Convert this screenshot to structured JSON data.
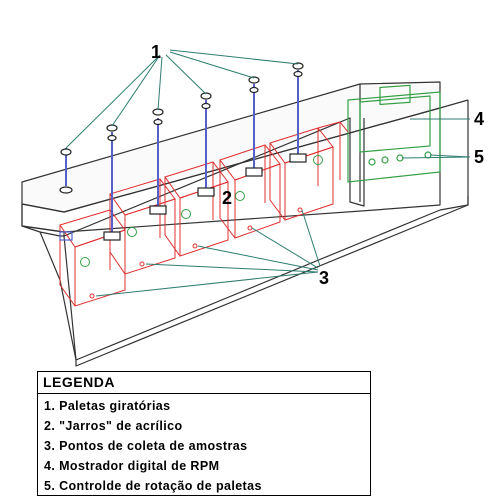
{
  "callouts": {
    "paletas": "1",
    "jarros": "2",
    "pontos": "3",
    "mostrador": "4",
    "controle": "5"
  },
  "legend": {
    "title": "LEGENDA",
    "items": [
      "1. Paletas giratórias",
      "2. \"Jarros\" de acrílico",
      "3. Pontos de coleta de amostras",
      "4. Mostrador digital de RPM",
      "5. Controlde de rotação de paletas"
    ]
  },
  "colors": {
    "outline": "#333333",
    "jar": "#e03030",
    "paddle": "#5560c8",
    "panel": "#33a045",
    "leader": "#2e7d70"
  }
}
